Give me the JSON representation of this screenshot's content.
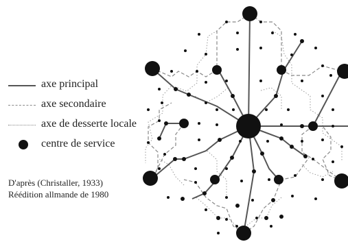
{
  "legend": {
    "principal": "axe principal",
    "secondaire": "axe secondaire",
    "locale": "axe de desserte locale",
    "centre": "centre de service"
  },
  "source": {
    "line1": "D'après (Christaller, 1933)",
    "line2": "Réédition allmande de 1980"
  },
  "colors": {
    "principal": "#555555",
    "secondaire": "#888888",
    "locale": "#999999",
    "centre": "#111111"
  }
}
